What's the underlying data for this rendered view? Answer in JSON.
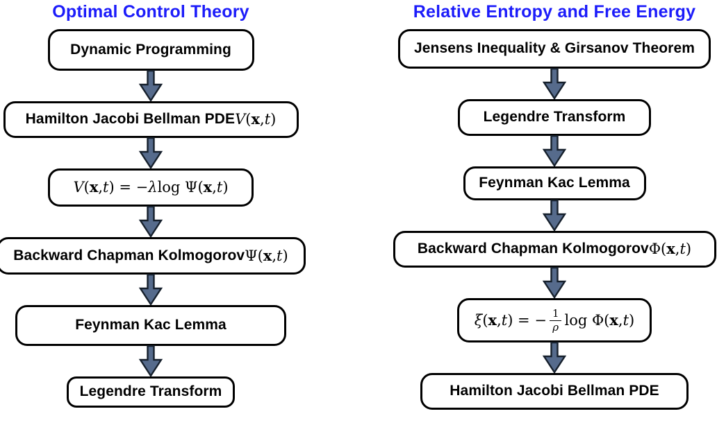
{
  "page": {
    "background": "#ffffff"
  },
  "colors": {
    "title_blue": "#1c1cfa",
    "arrow_fill": "#566b8c",
    "arrow_stroke": "#16202c",
    "box_border": "#000000",
    "box_fill": "#ffffff",
    "text": "#000000"
  },
  "columns": [
    {
      "title": "Optimal Control Theory",
      "boxes": [
        {
          "parts": [
            {
              "style": "sans",
              "text": "Dynamic Programming"
            }
          ]
        },
        {
          "parts": [
            {
              "style": "sans",
              "text": "Hamilton Jacobi Bellman PDE "
            },
            {
              "style": "it",
              "text": "V"
            },
            {
              "style": "rm",
              "text": "("
            },
            {
              "style": "bf",
              "text": "x"
            },
            {
              "style": "rm",
              "text": ", "
            },
            {
              "style": "it",
              "text": "t"
            },
            {
              "style": "rm",
              "text": ")"
            }
          ]
        },
        {
          "parts": [
            {
              "style": "it",
              "text": "V"
            },
            {
              "style": "rm",
              "text": "("
            },
            {
              "style": "bf",
              "text": "x"
            },
            {
              "style": "rm",
              "text": ", "
            },
            {
              "style": "it",
              "text": "t"
            },
            {
              "style": "rm",
              "text": ") = −"
            },
            {
              "style": "it",
              "text": "λ"
            },
            {
              "style": "rm",
              "text": " log Ψ("
            },
            {
              "style": "bf",
              "text": "x"
            },
            {
              "style": "rm",
              "text": ", "
            },
            {
              "style": "it",
              "text": "t"
            },
            {
              "style": "rm",
              "text": ")"
            }
          ]
        },
        {
          "parts": [
            {
              "style": "sans",
              "text": "Backward Chapman Kolmogorov"
            },
            {
              "style": "rm",
              "text": " Ψ("
            },
            {
              "style": "bf",
              "text": "x"
            },
            {
              "style": "rm",
              "text": ", "
            },
            {
              "style": "it",
              "text": "t"
            },
            {
              "style": "rm",
              "text": ")"
            }
          ]
        },
        {
          "parts": [
            {
              "style": "sans",
              "text": "Feynman Kac Lemma"
            }
          ]
        },
        {
          "parts": [
            {
              "style": "sans",
              "text": "Legendre Transform"
            }
          ]
        }
      ]
    },
    {
      "title": "Relative Entropy and Free Energy",
      "boxes": [
        {
          "parts": [
            {
              "style": "sans",
              "text": "Jensens Inequality & Girsanov Theorem"
            }
          ]
        },
        {
          "parts": [
            {
              "style": "sans",
              "text": "Legendre Transform"
            }
          ]
        },
        {
          "parts": [
            {
              "style": "sans",
              "text": "Feynman Kac Lemma"
            }
          ]
        },
        {
          "parts": [
            {
              "style": "sans",
              "text": "Backward Chapman Kolmogorov"
            },
            {
              "style": "rm",
              "text": " Φ("
            },
            {
              "style": "bf",
              "text": "x"
            },
            {
              "style": "rm",
              "text": ", "
            },
            {
              "style": "it",
              "text": "t"
            },
            {
              "style": "rm",
              "text": ")"
            }
          ]
        },
        {
          "parts": [
            {
              "style": "it",
              "text": "ξ"
            },
            {
              "style": "rm",
              "text": "("
            },
            {
              "style": "bf",
              "text": "x"
            },
            {
              "style": "rm",
              "text": ", "
            },
            {
              "style": "it",
              "text": "t"
            },
            {
              "style": "rm",
              "text": ") = −"
            },
            {
              "style": "frac",
              "num": "1",
              "den": "ρ"
            },
            {
              "style": "rm",
              "text": " log Φ("
            },
            {
              "style": "bf",
              "text": "x"
            },
            {
              "style": "rm",
              "text": ", "
            },
            {
              "style": "it",
              "text": "t"
            },
            {
              "style": "rm",
              "text": ")"
            }
          ]
        },
        {
          "parts": [
            {
              "style": "sans",
              "text": "Hamilton Jacobi Bellman PDE"
            }
          ]
        }
      ]
    }
  ]
}
